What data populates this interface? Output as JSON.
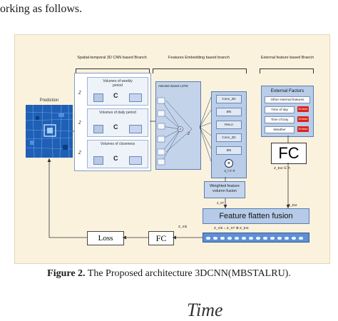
{
  "intro_text": "orking as follows.",
  "figure": {
    "section_titles": {
      "spatial": "Spatial-temporal 3D CNN based Branch",
      "embedding": "Features Embedding based branch",
      "external": "External feature based Branch"
    },
    "prediction_label": "Prediction",
    "volumes": [
      {
        "label": "Volumes of weekly period",
        "z": "Z"
      },
      {
        "label": "Volumes of daily period",
        "z": "Z"
      },
      {
        "label": "Volumes of closeness",
        "z": "Z"
      }
    ],
    "conv_glyph": "C",
    "lstm_title": "Attention-based LSTM",
    "lstm_output": "Z",
    "embedding_layers": [
      "Conv_2D",
      "BN",
      "ReLU",
      "Conv_2D",
      "BN"
    ],
    "embedding_output": "Z_f ∈ R",
    "weighted_fusion": "Weighted feature volumn fusion",
    "weighted_out": "Z_ST",
    "external_title": "External Factors",
    "external_items": [
      {
        "label": "Other external features",
        "tag": ""
      },
      {
        "label": "Time of day",
        "tag": "Embed"
      },
      {
        "label": "Time of Day",
        "tag": "Embed"
      },
      {
        "label": "Weather",
        "tag": "Embed"
      }
    ],
    "fc_big": "FC",
    "fc_out": "Z_Ext ∈ R",
    "ext_out_label": "Z_Ext",
    "flatten_label": "Feature flatten fusion",
    "flatten_eq": "Z_mb = Z_ST ⊕ Z_Ext",
    "fc_small": "FC",
    "fc_small_label": "Z_mb",
    "loss_label": "Loss"
  },
  "caption": {
    "bold": "Figure 2.",
    "text": " The Proposed architecture 3DCNN(MBSTALRU)."
  },
  "time_text": "Time",
  "colors": {
    "frame_bg": "#fbf2de",
    "panel_blue": "#b9cde8",
    "embed_red": "#d9251c",
    "map_blue": "#1f5fb4"
  }
}
